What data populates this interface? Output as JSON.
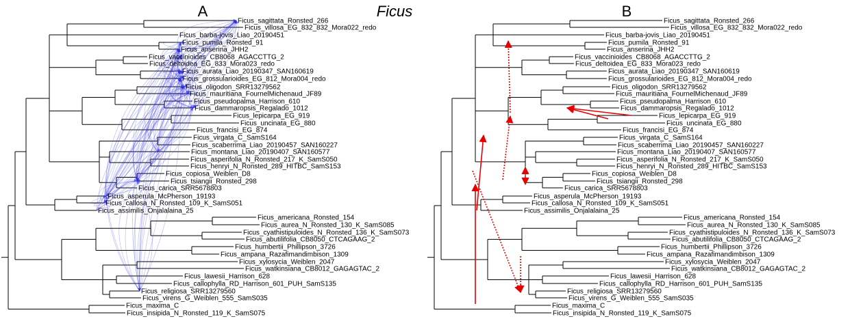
{
  "figure": {
    "genus": "Ficus",
    "panel_a": "A",
    "panel_b": "B",
    "taxa": [
      "Ficus_sagittata_Ronsted_266",
      "Ficus_villosa_EG_832_832_Mora022_redo",
      "Ficus_barba-jovis_Liao_20190451",
      "Ficus_pumila_Ronsted_91",
      "Ficus_anserina_JHH2",
      "Ficus_vaccinioides_CB8068_AGACCTTG_2",
      "Ficus_deltoidea_EG_833_Mora023_redo",
      "Ficus_aurata_Liao_20190347_SAN160619",
      "Ficus_grossularioides_EG_812_Mora004_redo",
      "Ficus_oligodon_SRR13279562",
      "Ficus_mauritiana_FournelMichenaud_JF89",
      "Ficus_pseudopalma_Harrison_610",
      "Ficus_dammaropsis_Regalado_1012",
      "Ficus_lepicarpa_EG_919",
      "Ficus_uncinata_EG_880",
      "Ficus_francisi_EG_874",
      "Ficus_virgata_C_SamS164",
      "Ficus_scaberrima_Liao_20190457_SAN160227",
      "Ficus_montana_Liao_20190407_SAN160577",
      "Ficus_asperifolia_N_Ronsted_217_K_SamS050",
      "Ficus_henryi_N_Ronsted_289_HITBC_SamS153",
      "Ficus_copiosa_Weiblen_D8",
      "Ficus_tsiangii_Ronsted_298",
      "Ficus_carica_SRR5678803",
      "Ficus_asperula_McPherson_19193",
      "Ficus_callosa_N_Ronsted_109_K_SamS051",
      "Ficus_assimilis_Onjalalaina_25",
      "Ficus_americana_Ronsted_154",
      "Ficus_aurea_N_Ronsted_130_K_SamS085",
      "Ficus_cyathistipuloides_N_Ronsted_136_K_SamS073",
      "Ficus_abutilifolia_CB8050_CTCAGAAG_2",
      "Ficus_humbertii_Phillipson_3726",
      "Ficus_ampana_Razafimandimbison_1309",
      "Ficus_xylosycia_Weiblen_2047",
      "Ficus_watkinsiana_CB8012_GAGAGTAC_2",
      "Ficus_lawesii_Harrison_628",
      "Ficus_callophylla_RD_Harrison_601_PUH_SamS135",
      "Ficus_religiosa_SRR13279560",
      "Ficus_virens_G_Weiblen_555_SamS035",
      "Ficus_maxima_C",
      "Ficus_insipida_N_Ronsted_119_K_SamS075"
    ],
    "colors": {
      "tree": "#000000",
      "network_a": "#2a2ae6",
      "reticulation_b": "#e60000"
    }
  }
}
